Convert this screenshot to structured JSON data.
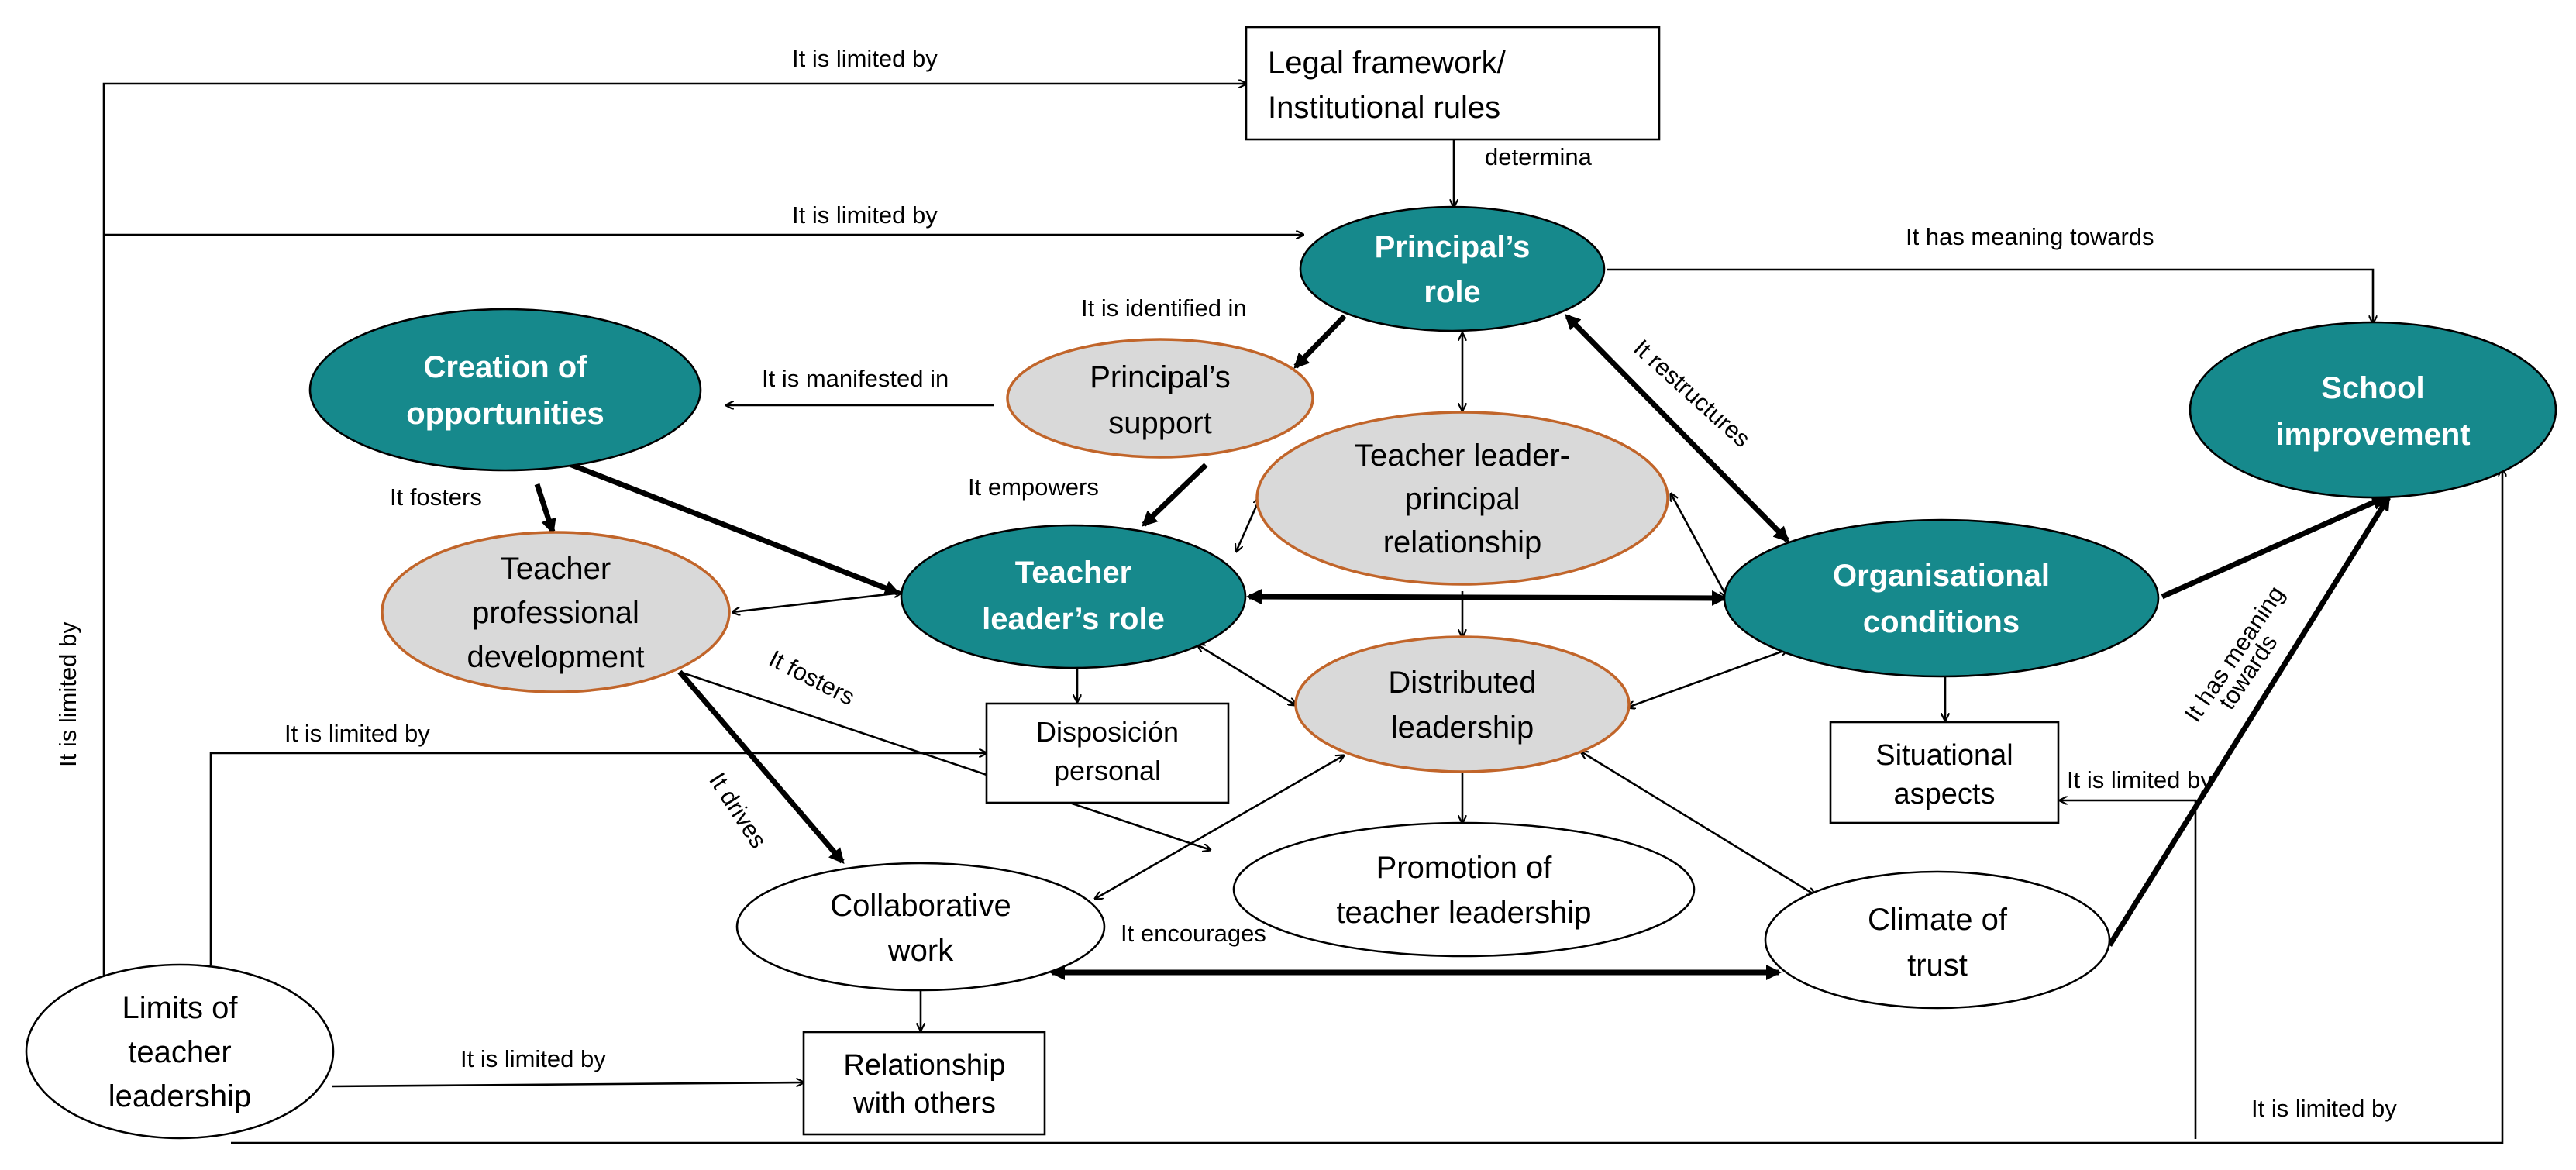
{
  "colors": {
    "teal": "#16898c",
    "grey": "#d9d9d9",
    "orange_border": "#c1652a",
    "line": "#000000"
  },
  "nodes": {
    "legal_framework": [
      "Legal framework/",
      "Institutional rules"
    ],
    "principals_role": [
      "Principal’s",
      "role"
    ],
    "school_improvement": [
      "School",
      "improvement"
    ],
    "creation_of_opportunities": [
      "Creation of",
      "opportunities"
    ],
    "principals_support": [
      "Principal’s",
      "support"
    ],
    "teacher_leader_principal_relationship": [
      "Teacher leader-",
      "principal",
      "relationship"
    ],
    "teacher_professional_development": [
      "Teacher",
      "professional",
      "development"
    ],
    "teacher_leaders_role": [
      "Teacher",
      "leader’s role"
    ],
    "organisational_conditions": [
      "Organisational",
      "conditions"
    ],
    "disposicion_personal": [
      "Disposición",
      "personal"
    ],
    "distributed_leadership": [
      "Distributed",
      "leadership"
    ],
    "situational_aspects": [
      "Situational",
      "aspects"
    ],
    "collaborative_work": [
      "Collaborative",
      "work"
    ],
    "promotion_of_teacher_leadership": [
      "Promotion of",
      "teacher leadership"
    ],
    "climate_of_trust": [
      "Climate of",
      "trust"
    ],
    "limits_of_teacher_leadership": [
      "Limits of",
      "teacher",
      "leadership"
    ],
    "relationship_with_others": [
      "Relationship",
      "with others"
    ]
  },
  "edge_labels": {
    "limited_legal": "It is limited by",
    "limited_principal": "It is limited by",
    "determina": "determina",
    "meaning_school": "It has meaning towards",
    "identified_in": "It is identified in",
    "manifested_in": "It is manifested in",
    "restructures": "It restructures",
    "fosters_tpd": "It fosters",
    "empowers": "It empowers",
    "fosters_promotion": "It fosters",
    "limited_disposicion": "It is limited by",
    "limited_vertical": "It is limited by",
    "drives": "It drives",
    "encourages": "It encourages",
    "meaning_climate": [
      "It has meaning",
      "towards"
    ],
    "limited_situational": "It is limited by",
    "limited_relationship": "It is limited by",
    "limited_school": "It is limited by"
  }
}
